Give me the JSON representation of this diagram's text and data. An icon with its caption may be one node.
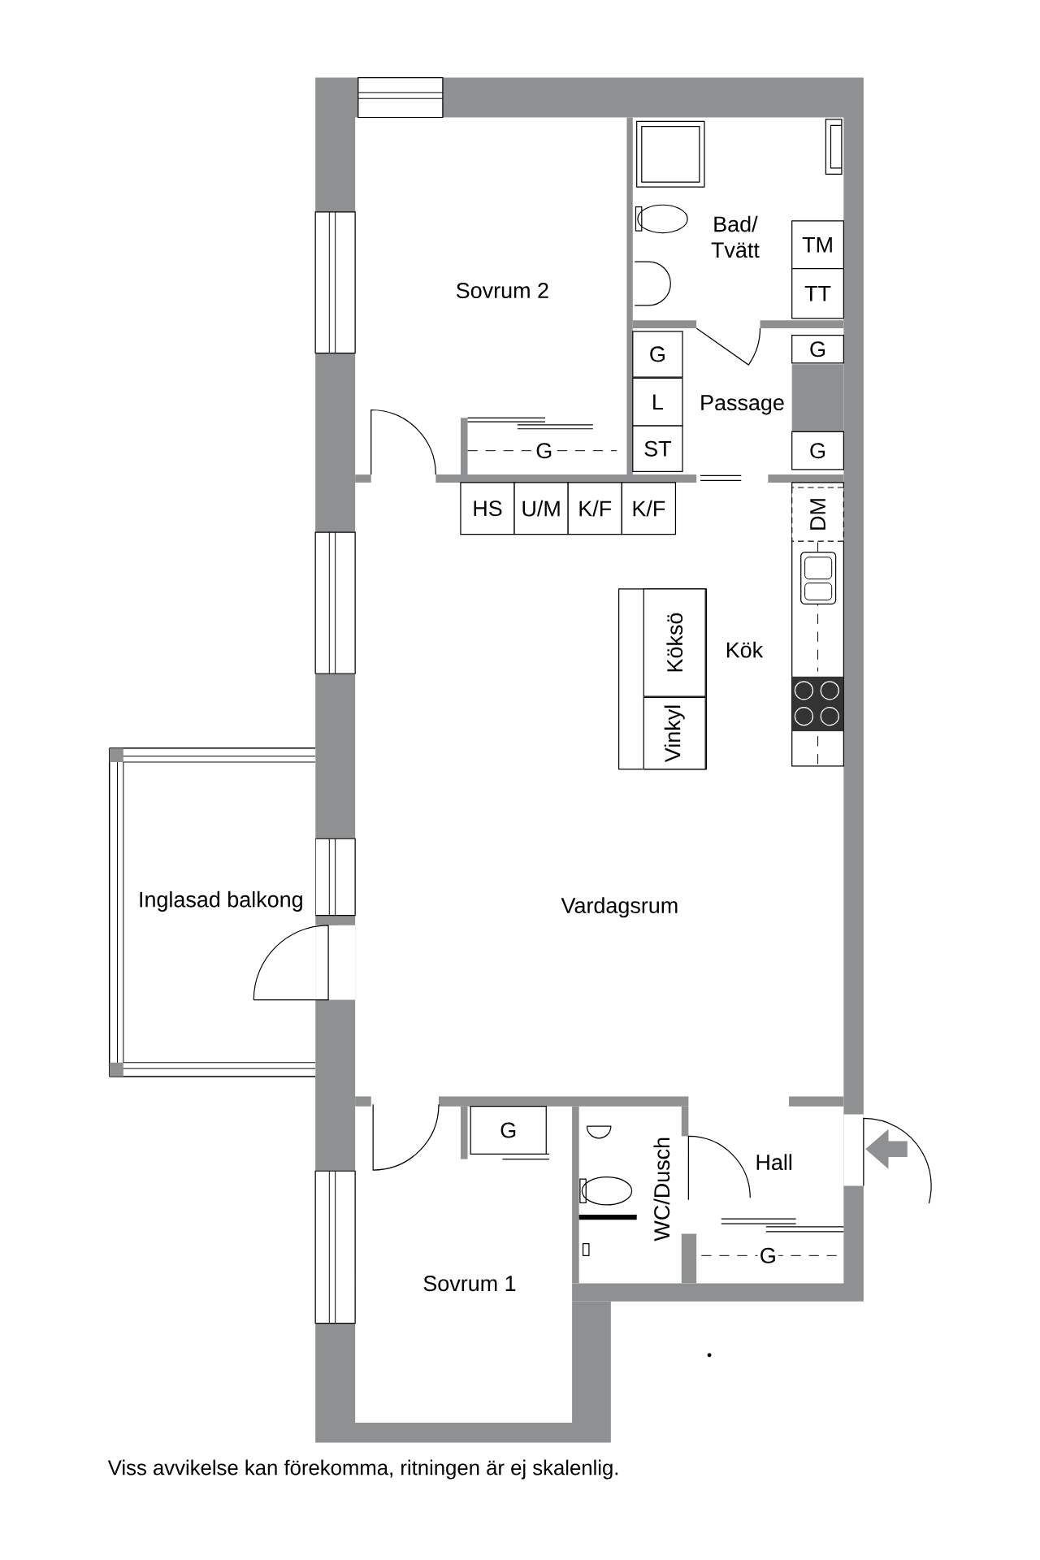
{
  "diagram": {
    "caption": "Viss avvikelse kan förekomma, ritningen är ej skalenlig.",
    "nodes": [
      {
        "text": [
          "TM"
        ]
      },
      {
        "text": [
          "TT"
        ]
      },
      {
        "text": [
          "G"
        ]
      },
      {
        "text": [
          "G"
        ]
      },
      {
        "text": [
          "L"
        ]
      },
      {
        "text": [
          "ST"
        ]
      },
      {
        "text": [
          "G"
        ]
      },
      {
        "text": [
          "HS"
        ]
      },
      {
        "text": [
          "U/M"
        ]
      },
      {
        "text": [
          "K/F"
        ]
      },
      {
        "text": [
          "K/F"
        ]
      },
      {
        "text": [
          "DM"
        ]
      },
      {
        "text": [
          "Köksö"
        ]
      },
      {
        "text": [
          "Vinkyl"
        ]
      },
      {
        "text": [
          "G"
        ]
      }
    ],
    "labels": [
      "Bad/ Tvätt",
      "Sovrum 2",
      "Passage",
      "G",
      "Kök",
      "Inglasad balkong",
      "Vardagsrum",
      "Hall",
      "WC/Dusch",
      "G",
      "Sovrum 1"
    ]
  }
}
